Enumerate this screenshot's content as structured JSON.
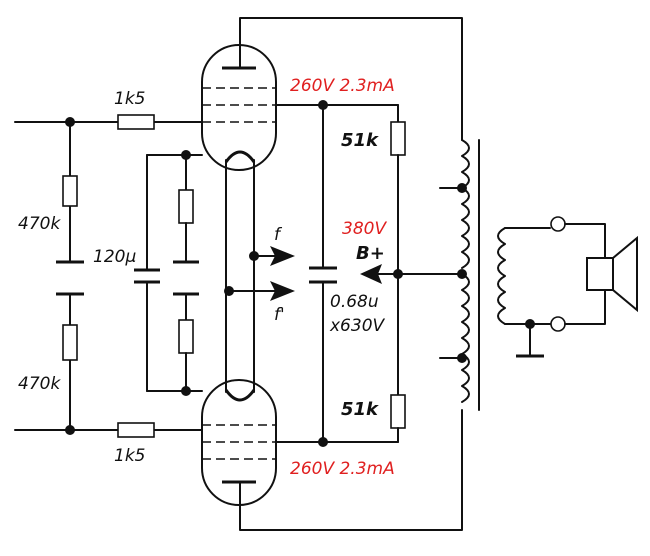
{
  "diagram": {
    "labels": {
      "r_grid_top": "1k5",
      "r_grid_bottom": "1k5",
      "r_bias_top": "470k",
      "r_bias_bottom": "470k",
      "c_coupling": "120µ",
      "c_main_value": "0.68u",
      "c_main_rating": "x630V",
      "r_load_top": "51k",
      "r_load_bottom": "51k",
      "arrow_f": "f",
      "arrow_f_prime": "f'",
      "bplus": "B+"
    },
    "annotations": {
      "top_operating_point": "260V 2.3mA",
      "bottom_operating_point": "260V 2.3mA",
      "supply_voltage": "380V"
    },
    "colors": {
      "annotation": "#e02020",
      "wire": "#111111"
    }
  }
}
